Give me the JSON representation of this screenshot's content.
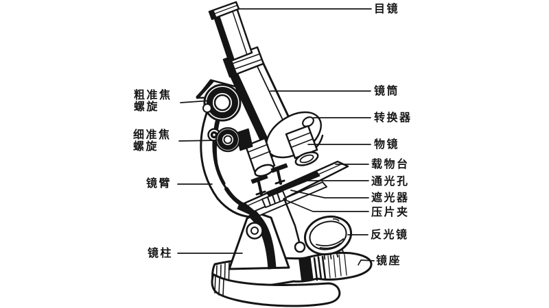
{
  "figure": {
    "description": "Labeled line-art diagram of a compound optical microscope",
    "background_color": "#ffffff",
    "line_color": "#151515",
    "text_color": "#151515"
  },
  "labels": {
    "eyepiece": "目镜",
    "tube": "镜筒",
    "nosepiece": "转换器",
    "objective": "物镜",
    "stage": "载物台",
    "aperture": "通光孔",
    "diaphragm": "遮光器",
    "stage_clip": "压片夹",
    "mirror": "反光镜",
    "base": "镜座",
    "coarse_focus_line1": "粗准焦",
    "coarse_focus_line2": "螺旋",
    "fine_focus_line1": "细准焦",
    "fine_focus_line2": "螺旋",
    "arm": "镜臂",
    "pillar": "镜柱"
  }
}
